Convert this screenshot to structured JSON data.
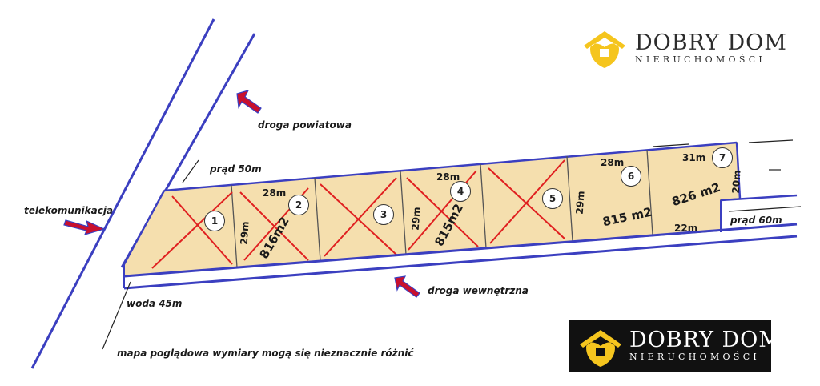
{
  "brand": {
    "name": "DOBRY DOM",
    "subtitle": "NIERUCHOMOŚCI",
    "accent_color": "#f5c51e",
    "bg_dark": "#111111"
  },
  "labels": {
    "road_county": "droga powiatowa",
    "road_internal": "droga wewnętrzna",
    "telecom": "telekomunikacja",
    "power_top": "prąd 50m",
    "power_right": "prąd 60m",
    "water": "woda 45m",
    "note": "mapa poglądowa wymiary mogą się nieznacznie różnić"
  },
  "colors": {
    "plot_fill": "#f5dfae",
    "road_line": "#3b3fc0",
    "cross": "#e02020",
    "arrow": "#c8102e"
  },
  "plots": [
    {
      "number": "1",
      "sold": true
    },
    {
      "number": "2",
      "sold": true,
      "area": "816m2",
      "top_dim": "28m",
      "left_dim": "29m"
    },
    {
      "number": "3",
      "sold": true
    },
    {
      "number": "4",
      "sold": true,
      "area": "815m2",
      "top_dim": "28m",
      "left_dim": "29m"
    },
    {
      "number": "5",
      "sold": true
    },
    {
      "number": "6",
      "sold": false,
      "area": "815 m2",
      "top_dim": "28m",
      "left_dim": "29m"
    },
    {
      "number": "7",
      "sold": false,
      "area": "826 m2",
      "top_dim": "31m",
      "right_dim": "20m",
      "bottom_dim": "22m"
    }
  ]
}
